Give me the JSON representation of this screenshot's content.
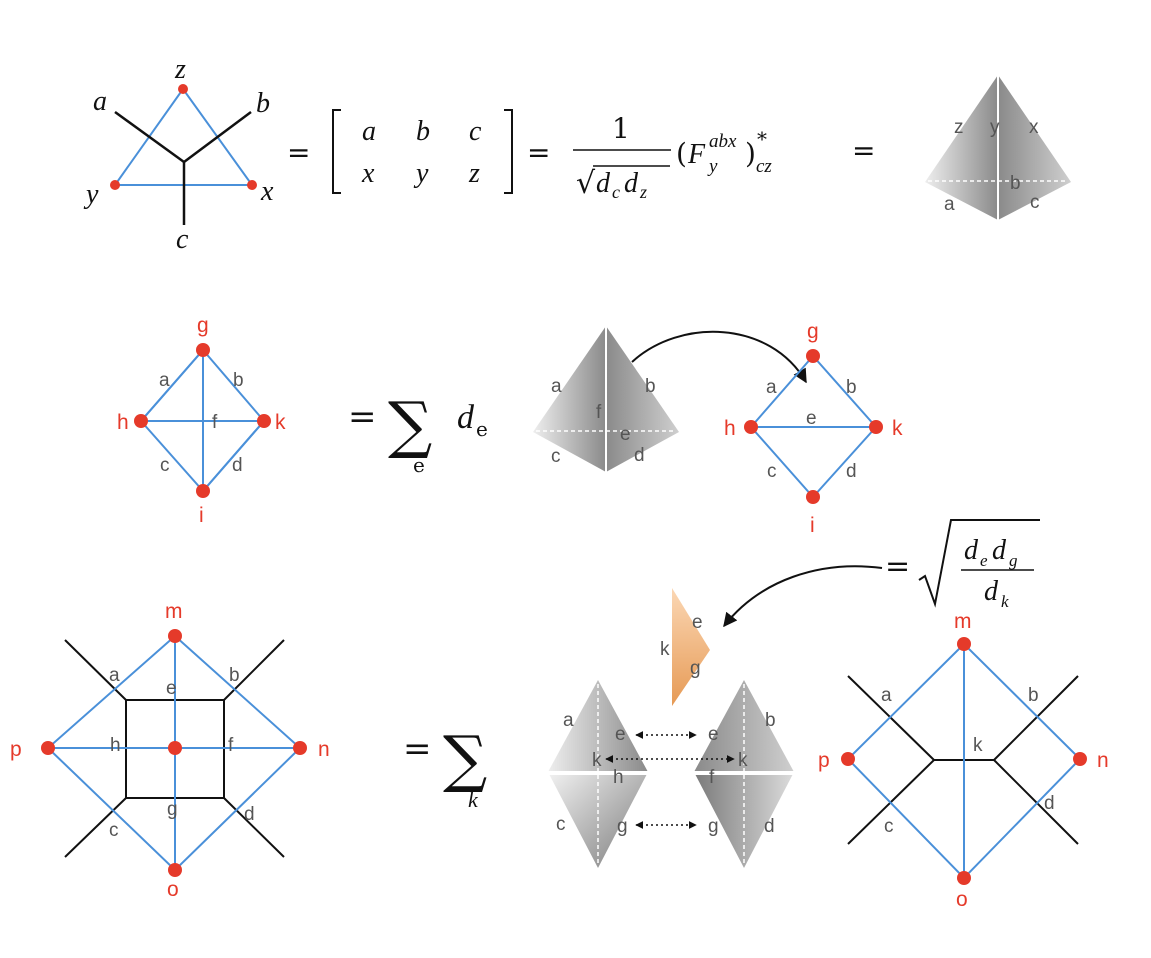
{
  "colors": {
    "blue_edge": "#4a90d9",
    "red_node": "#e53a2a",
    "black": "#111111",
    "label_gray": "#555555",
    "orange_face": "#f0a86a"
  },
  "row1": {
    "graph_labels": {
      "a": "a",
      "b": "b",
      "c": "c",
      "x": "x",
      "y": "y",
      "z": "z"
    },
    "equals_1": "=",
    "matrix_top": [
      "a",
      "b",
      "c"
    ],
    "matrix_bottom": [
      "x",
      "y",
      "z"
    ],
    "equals_2": "=",
    "frac_num": "1",
    "sqrt_sym": "√",
    "frac_den": "d",
    "den_sub1": "c",
    "den_d2": "d",
    "den_sub2": "z",
    "paren_open": "(",
    "F": "F",
    "F_sup": "abx",
    "F_sub": "y",
    "paren_close": ")",
    "star": "*",
    "tail_sub": "cz",
    "equals_3": "=",
    "tetra_labels": {
      "z": "z",
      "y": "y",
      "x": "x",
      "b": "b",
      "a": "a",
      "c": "c"
    }
  },
  "row2": {
    "left_nodes": {
      "g": "g",
      "h": "h",
      "k": "k",
      "i": "i"
    },
    "left_edges": {
      "a": "a",
      "b": "b",
      "c": "c",
      "d": "d",
      "f": "f"
    },
    "eq": "=",
    "sum": "∑",
    "sum_index": "e",
    "d": "d",
    "d_sub": "e",
    "tetra_labels": {
      "a": "a",
      "b": "b",
      "f": "f",
      "e": "e",
      "c": "c",
      "d": "d"
    },
    "right_nodes": {
      "g": "g",
      "h": "h",
      "k": "k",
      "i": "i"
    },
    "right_edges": {
      "a": "a",
      "b": "b",
      "e": "e",
      "c": "c",
      "d": "d"
    }
  },
  "row3": {
    "left_nodes": {
      "m": "m",
      "n": "n",
      "o": "o",
      "p": "p"
    },
    "left_edges": {
      "a": "a",
      "b": "b",
      "c": "c",
      "d": "d",
      "e": "e",
      "f": "f",
      "g": "g",
      "h": "h"
    },
    "eq": "=",
    "sum": "∑",
    "sum_index": "k",
    "sqrt_eq": "=",
    "sqrt_num_d1": "d",
    "sqrt_num_s1": "e",
    "sqrt_num_d2": "d",
    "sqrt_num_s2": "g",
    "sqrt_den_d": "d",
    "sqrt_den_s": "k",
    "orange_labels": {
      "e": "e",
      "k": "k",
      "g": "g"
    },
    "left_tetra_labels": {
      "a": "a",
      "e": "e",
      "k": "k",
      "h": "h",
      "c": "c",
      "g": "g"
    },
    "right_tetra_labels": {
      "b": "b",
      "e": "e",
      "k": "k",
      "f": "f",
      "d": "d",
      "g": "g"
    },
    "right_nodes": {
      "m": "m",
      "n": "n",
      "o": "o",
      "p": "p"
    },
    "right_edges": {
      "a": "a",
      "b": "b",
      "c": "c",
      "d": "d",
      "k": "k"
    }
  }
}
